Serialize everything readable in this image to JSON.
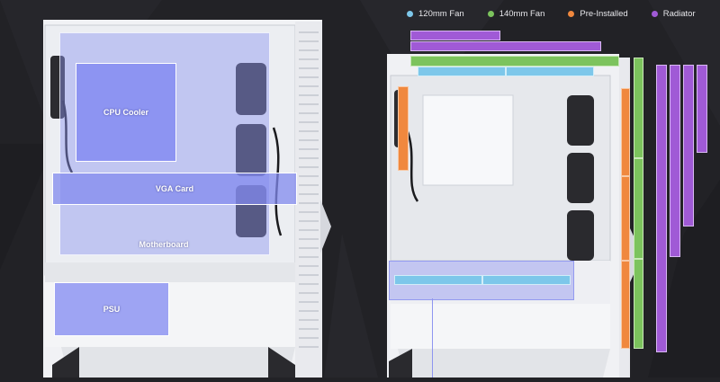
{
  "colors": {
    "background": "#222226",
    "case_white": "#f2f3f6",
    "case_shadow": "#d9dce3",
    "overlay_blue": "#8e95f0",
    "fan_120": "#7dc7ea",
    "fan_140": "#7cc35d",
    "pre_installed": "#f0883e",
    "radiator": "#a05ad6"
  },
  "left_diagram": {
    "zones": [
      {
        "id": "cpu-cooler",
        "label": "CPU Cooler"
      },
      {
        "id": "vga-card",
        "label": "VGA Card"
      },
      {
        "id": "motherboard",
        "label": "Motherboard"
      },
      {
        "id": "psu",
        "label": "PSU"
      }
    ]
  },
  "legend": [
    {
      "label": "120mm Fan",
      "color": "#7dc7ea",
      "icon": "circle-dot-icon"
    },
    {
      "label": "140mm Fan",
      "color": "#7cc35d",
      "icon": "circle-dot-icon"
    },
    {
      "label": "Pre-Installed",
      "color": "#f0883e",
      "icon": "circle-dot-icon"
    },
    {
      "label": "Radiator",
      "color": "#a05ad6",
      "icon": "circle-dot-icon"
    }
  ]
}
